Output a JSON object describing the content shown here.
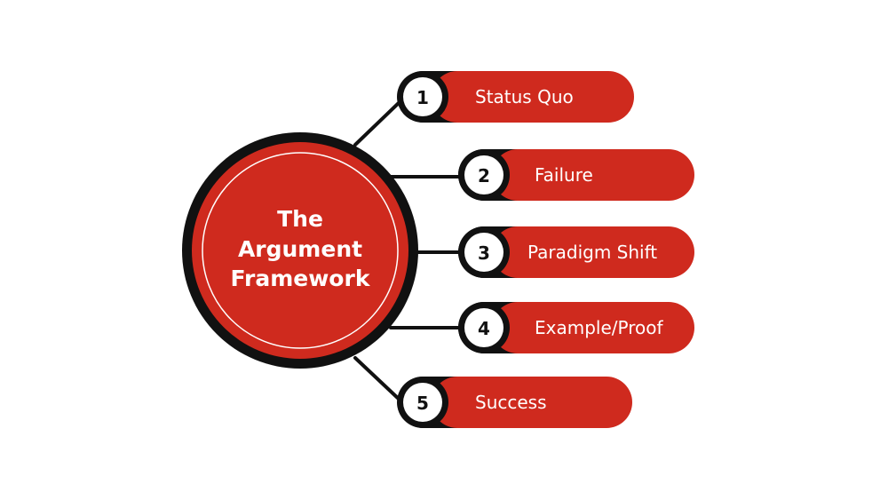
{
  "hub": {
    "title_lines": [
      "The",
      "Argument",
      "Framework"
    ]
  },
  "steps": [
    {
      "number": "1",
      "label": "Status Quo"
    },
    {
      "number": "2",
      "label": "Failure"
    },
    {
      "number": "3",
      "label": "Paradigm Shift"
    },
    {
      "number": "4",
      "label": "Example/Proof"
    },
    {
      "number": "5",
      "label": "Success"
    }
  ],
  "colors": {
    "accent_red": "#cf2a1e",
    "outline_black": "#111111",
    "background": "#ffffff",
    "text_on_red": "#ffffff"
  }
}
